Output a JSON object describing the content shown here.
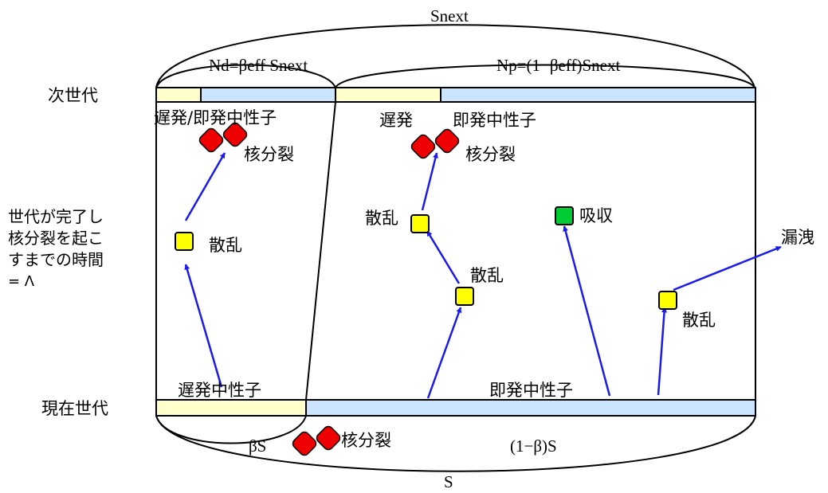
{
  "labels": {
    "snext": "Snext",
    "nd": "Nd=βeff Snext",
    "np": "Np=(1−βeff)Snext",
    "next_generation": "次世代",
    "current_generation": "現在世代",
    "generation_note": [
      "世代が完了し",
      "核分裂を起こ",
      "すまでの時間",
      "= Λ"
    ],
    "delayed_prompt_neutron": "遅発/即発中性子",
    "delayed": "遅発",
    "prompt_neutron": "即発中性子",
    "fission_left": "核分裂",
    "fission_mid": "核分裂",
    "fission_bottom": "核分裂",
    "scatter_left": "散乱",
    "scatter_mid_upper": "散乱",
    "scatter_mid_lower": "散乱",
    "scatter_right": "散乱",
    "absorption": "吸収",
    "leakage": "漏洩",
    "delayed_neutron_bottom": "遅発中性子",
    "prompt_neutron_bottom": "即発中性子",
    "beta_s": "βS",
    "one_minus_beta_s": "(1−β)S",
    "s": "S"
  },
  "colors": {
    "arrow": "#1a1aee",
    "scatter_box": "#ffff00",
    "absorb_box": "#00cc33",
    "nucleus": "#ee0000",
    "delayed_bar": "#ffffcc",
    "prompt_bar": "#cce5ff",
    "outline": "#000000"
  }
}
